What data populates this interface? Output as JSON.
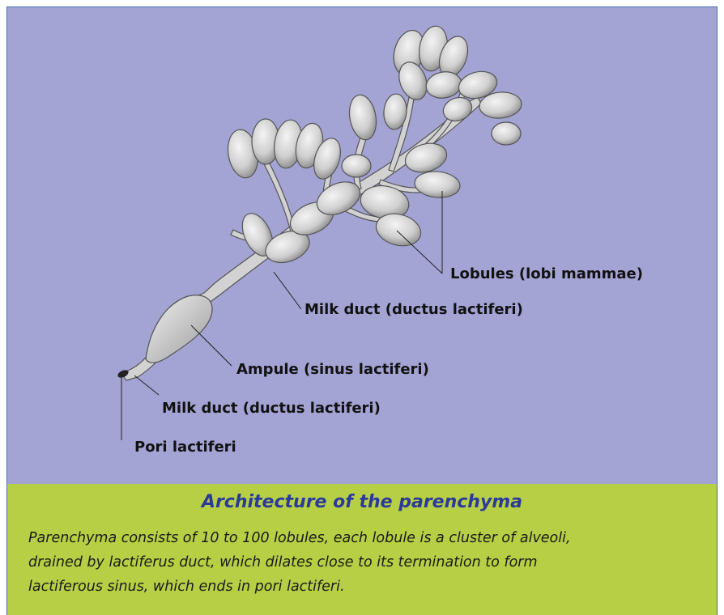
{
  "diagram": {
    "labels": {
      "lobules": "Lobules (lobi mammae)",
      "milk_duct_upper": "Milk duct (ductus lactiferi)",
      "ampule": "Ampule (sinus lactiferi)",
      "milk_duct_lower": "Milk duct (ductus lactiferi)",
      "pori": "Pori lactiferi"
    }
  },
  "caption": {
    "title": "Architecture of the parenchyma",
    "lines": [
      "Parenchyma consists of 10 to 100 lobules, each lobule is a cluster of alveoli,",
      "drained by lactiferus duct, which dilates close to its termination to form",
      "lactiferous sinus, which ends in pori lactiferi."
    ]
  },
  "colors": {
    "diagram_background": "#a3a3d4",
    "caption_background": "#b7cf45",
    "title_color": "#2b3a9a"
  }
}
